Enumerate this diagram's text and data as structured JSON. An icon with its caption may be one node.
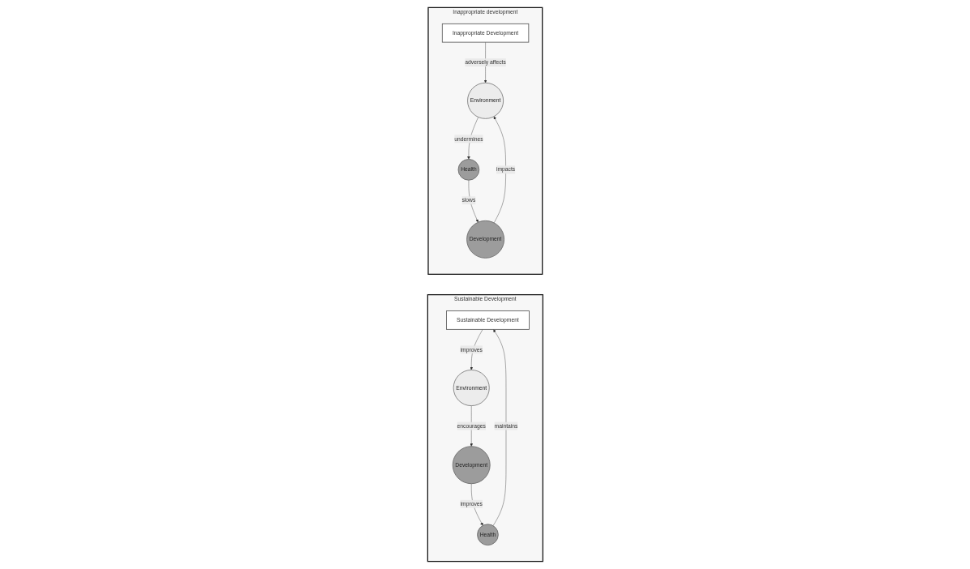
{
  "diagram": {
    "nodes": [
      {
        "text": [
          "Sustainable Development"
        ]
      },
      {
        "text": [
          "Sustainable Development"
        ],
        "in": 0
      },
      {
        "text": [
          "Environment"
        ],
        "in": 0
      },
      {
        "text": [
          "Development"
        ],
        "in": 0
      },
      {
        "text": [
          "Health"
        ],
        "in": 0
      },
      {
        "text": [
          "Inappropriate development"
        ]
      },
      {
        "text": [
          "Inappropriate Development"
        ],
        "in": 5
      },
      {
        "text": [
          "Development"
        ],
        "in": 5
      },
      {
        "text": [
          "Environment"
        ],
        "in": 5
      },
      {
        "text": [
          "Health"
        ],
        "in": 5
      }
    ],
    "edges": [
      {
        "from": 1,
        "to": 2,
        "arrow": "to",
        "label": "improves"
      },
      {
        "from": 2,
        "to": 3,
        "arrow": "to",
        "label": "encourages"
      },
      {
        "from": 3,
        "to": 4,
        "arrow": "to",
        "label": "improves"
      },
      {
        "from": 4,
        "to": 1,
        "arrow": "to",
        "label": "maintains"
      },
      {
        "from": 6,
        "to": 8,
        "arrow": "to",
        "label": "adversely affects"
      },
      {
        "from": 7,
        "to": 8,
        "arrow": "to",
        "label": "impacts"
      },
      {
        "from": 8,
        "to": 9,
        "arrow": "to",
        "label": "undermines"
      },
      {
        "from": 9,
        "to": 7,
        "arrow": "to",
        "label": "slows"
      }
    ]
  }
}
